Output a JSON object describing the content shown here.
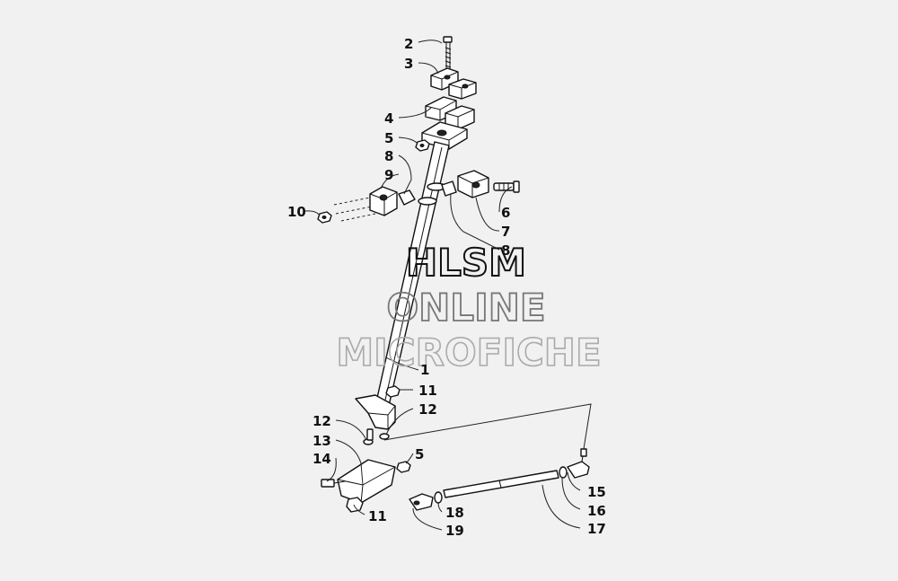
{
  "watermark": {
    "line1": "HLSM",
    "line2": "ONLINE",
    "line3": "MICROFICHE"
  },
  "callouts": [
    {
      "id": "c2",
      "label": "2"
    },
    {
      "id": "c3",
      "label": "3"
    },
    {
      "id": "c4",
      "label": "4"
    },
    {
      "id": "c5a",
      "label": "5"
    },
    {
      "id": "c8a",
      "label": "8"
    },
    {
      "id": "c9",
      "label": "9"
    },
    {
      "id": "c10",
      "label": "10"
    },
    {
      "id": "c6",
      "label": "6"
    },
    {
      "id": "c7",
      "label": "7"
    },
    {
      "id": "c8b",
      "label": "8"
    },
    {
      "id": "c1",
      "label": "1"
    },
    {
      "id": "c11a",
      "label": "11"
    },
    {
      "id": "c12a",
      "label": "12"
    },
    {
      "id": "c12b",
      "label": "12"
    },
    {
      "id": "c13",
      "label": "13"
    },
    {
      "id": "c14",
      "label": "14"
    },
    {
      "id": "c5b",
      "label": "5"
    },
    {
      "id": "c11b",
      "label": "11"
    },
    {
      "id": "c15",
      "label": "15"
    },
    {
      "id": "c16",
      "label": "16"
    },
    {
      "id": "c17",
      "label": "17"
    },
    {
      "id": "c18",
      "label": "18"
    },
    {
      "id": "c19",
      "label": "19"
    }
  ]
}
